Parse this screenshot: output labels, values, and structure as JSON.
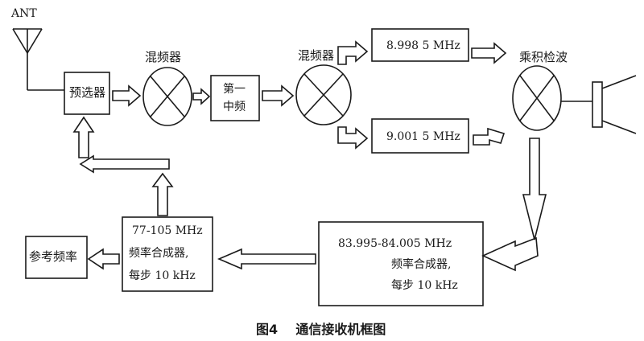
{
  "antenna_label": "ANT",
  "preselector": "预选器",
  "mixer1_label": "混频器",
  "if1_line1": "第一",
  "if1_line2": "中频",
  "mixer2_label": "混频器",
  "freq_upper": "8.998 5 MHz",
  "freq_lower": "9.001 5 MHz",
  "product_detector_label": "乘积检波",
  "synth_right": {
    "line1": "83.995-84.005 MHz",
    "line2": "频率合成器,",
    "line3": "每步 10 kHz"
  },
  "synth_left": {
    "line1": "77-105 MHz",
    "line2": "频率合成器,",
    "line3": "每步 10 kHz"
  },
  "reference": "参考频率",
  "caption": {
    "fig": "图4",
    "title": "通信接收机框图"
  }
}
